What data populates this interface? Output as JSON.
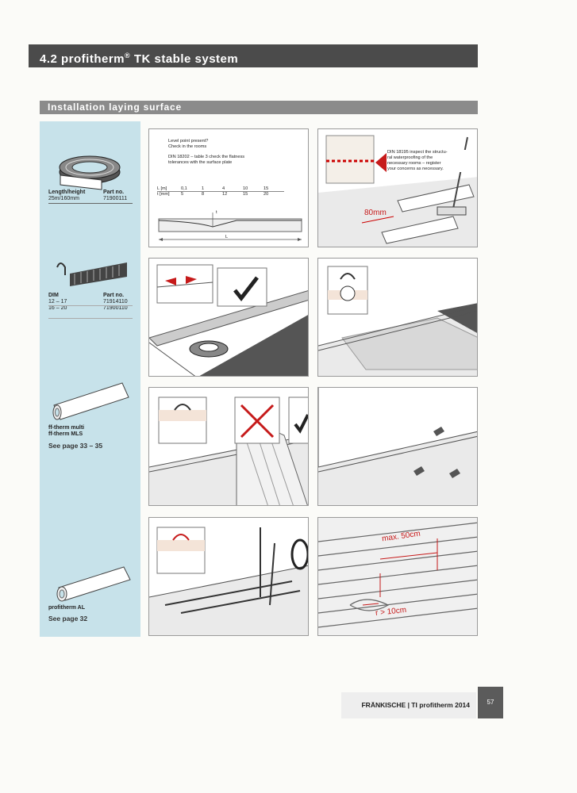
{
  "header": {
    "title_main": "4.2 profitherm",
    "title_reg": "®",
    "title_rest": " TK stable system"
  },
  "section": {
    "title": "Installation laying surface"
  },
  "sidebar": {
    "product1": {
      "col1_head": "Length/height",
      "col1_val": "25m/160mm",
      "col2_head": "Part no.",
      "col2_val": "71900111"
    },
    "product2": {
      "col1_head": "DIM",
      "col2_head": "Part no.",
      "rows": [
        {
          "dim": "12 – 17",
          "part": "71914110"
        },
        {
          "dim": "16 – 20",
          "part": "71900110"
        }
      ]
    },
    "product3": {
      "line1": "ff-therm multi",
      "line2": "ff-therm MLS",
      "see": "See page 33 – 35"
    },
    "product4": {
      "line1": "profitherm AL",
      "see": "See page 32"
    }
  },
  "panel1": {
    "line1": "Level point present?",
    "line2": "Check in the rooms",
    "line3": "DIN 18202 – table 3 check the flatness",
    "line4": "tolerances with the surface plate",
    "table": {
      "row1": [
        "L [m]",
        "0,1",
        "1",
        "4",
        "10",
        "15"
      ],
      "row2": [
        "t [mm]",
        "5",
        "8",
        "12",
        "15",
        "20"
      ]
    },
    "t_label": "t",
    "l_label": "L"
  },
  "panel2": {
    "note1": "DIN 18195 inspect the structu-",
    "note2": "ral waterproofing of the",
    "note3": "necessary rooms – register",
    "note4": "your concerns as necessary.",
    "dim_label": "80mm"
  },
  "panel7": {
    "max_label": "max. 50cm",
    "r_label": "r > 10cm"
  },
  "footer": {
    "text": "FRÄNKISCHE | TI profitherm 2014",
    "page": "57"
  }
}
